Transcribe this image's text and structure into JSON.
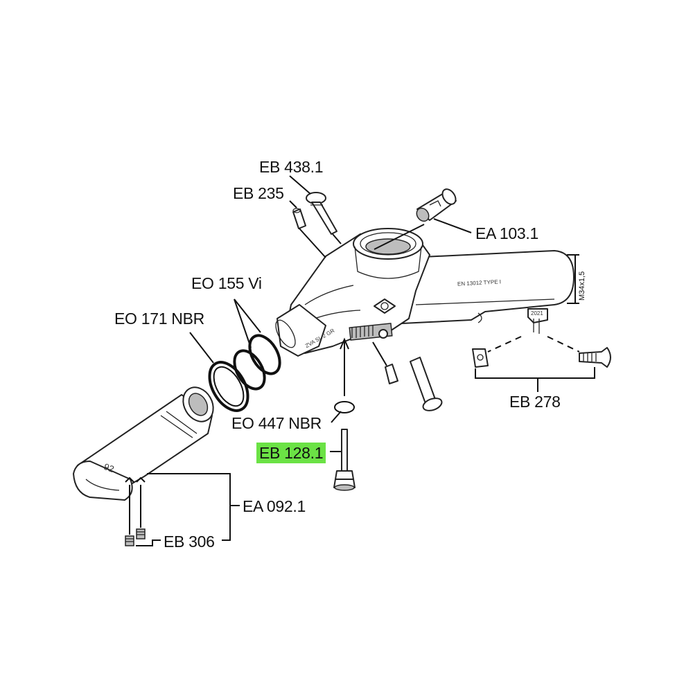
{
  "callouts": {
    "eb_438_1": "EB 438.1",
    "eb_235": "EB 235",
    "ea_103_1": "EA 103.1",
    "eo_155_vi": "EO 155 Vi",
    "eo_171_nbr": "EO 171 NBR",
    "eo_447_nbr": "EO 447 NBR",
    "eb_128_1": "EB 128.1",
    "eb_278": "EB 278",
    "ea_092_1": "EA 092.1",
    "eb_306": "EB 306"
  },
  "body_markings": {
    "standard": "EN 13012 TYPE I",
    "thread": "M34x1,5",
    "spout_code": "ZVA SL 2 GR",
    "size": "92",
    "year": "2021"
  },
  "highlight_color": "#6be245"
}
